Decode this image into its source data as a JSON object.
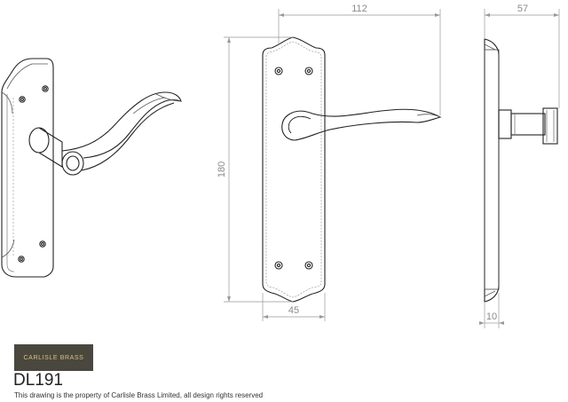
{
  "brand": {
    "logo_text": "CARLISLE BRASS",
    "logo_bg": "#4a473f",
    "logo_fg": "#d9c27a"
  },
  "product_code": "DL191",
  "copyright": "This drawing is the property of Carlisle Brass Limited, all design rights reserved",
  "dimensions": {
    "overall_width": "112",
    "projection": "57",
    "height": "180",
    "plate_width": "45",
    "plate_thickness": "10"
  }
}
